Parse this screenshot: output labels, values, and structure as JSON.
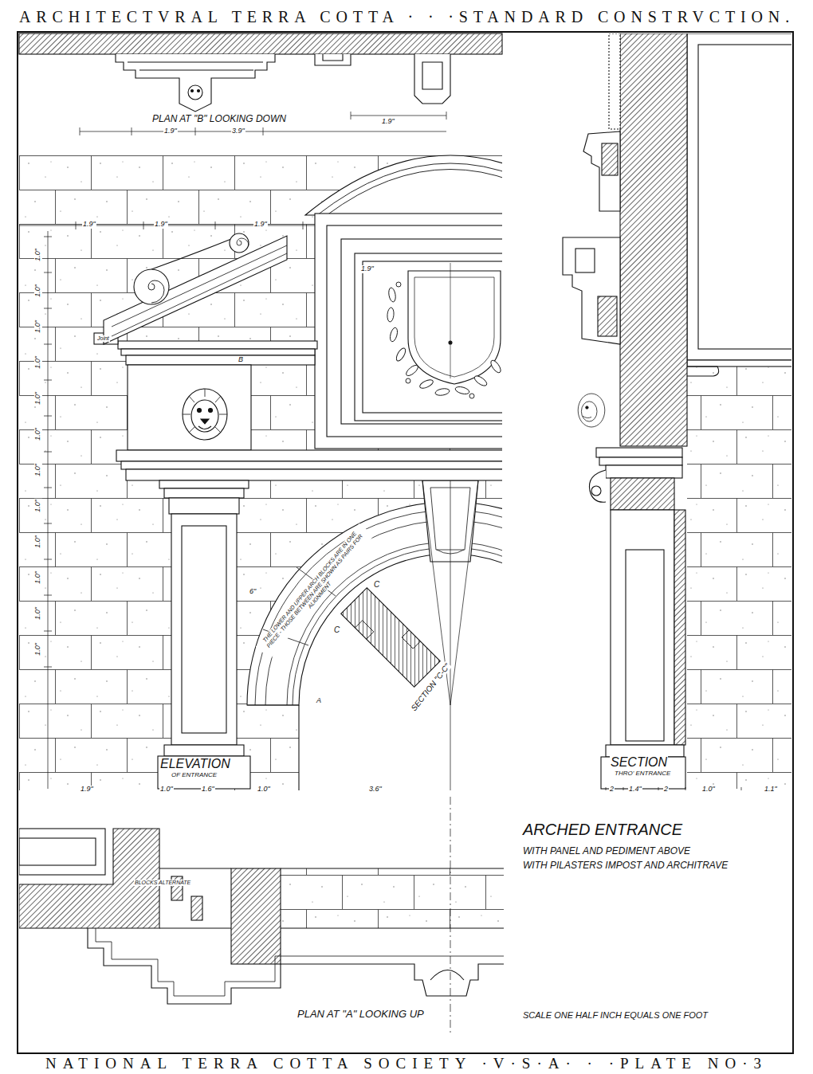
{
  "diagram": {
    "title": "ARCHITECTVRAL TERRA COTTA · · ·STANDARD CONSTRVCTION.",
    "caption": "NATIONAL TERRA COTTA SOCIETY ·V·S·A· · ·PLATE NO·3",
    "labels": [
      "PLAN AT \"B\" LOOKING DOWN",
      "1.9\"",
      "3.9\"",
      "1.9\"",
      "1.9\"",
      "1.9\"",
      "1.9\"",
      "1.0\"",
      "1.0\"",
      "1.0\"",
      "1.0\"",
      "1.0\"",
      "1.0\"",
      "1.0\"",
      "1.0\"",
      "1.0\"",
      "1.0\"",
      "1.0\"",
      "1.0\"",
      "Joint",
      "B",
      "1.9\"",
      "6\"",
      "C",
      "C",
      "THE LOWER AND UPPER ARCH BLOCKS ARE IN ONE PIECE - THOSE BETWEEN ARE SHOWN AS PAIRS FOR ALIGNMENT",
      "SECTION \"C-C\"",
      "A",
      "ELEVATION",
      "OF ENTRANCE",
      "SECTION",
      "THRO' ENTRANCE",
      "1.9\"",
      "1.0\"",
      "1.6\"",
      "1.0\"",
      "3.6\"",
      "2",
      "1.4\"",
      "2",
      "1.0\"",
      "1.1\"",
      "ARCHED ENTRANCE",
      "WITH PANEL AND PEDIMENT ABOVE",
      "WITH PILASTERS IMPOST AND ARCHITRAVE",
      "BLOCKS ALTERNATE",
      "PLAN AT \"A\" LOOKING UP",
      "SCALE ONE HALF INCH EQUALS ONE FOOT"
    ]
  }
}
